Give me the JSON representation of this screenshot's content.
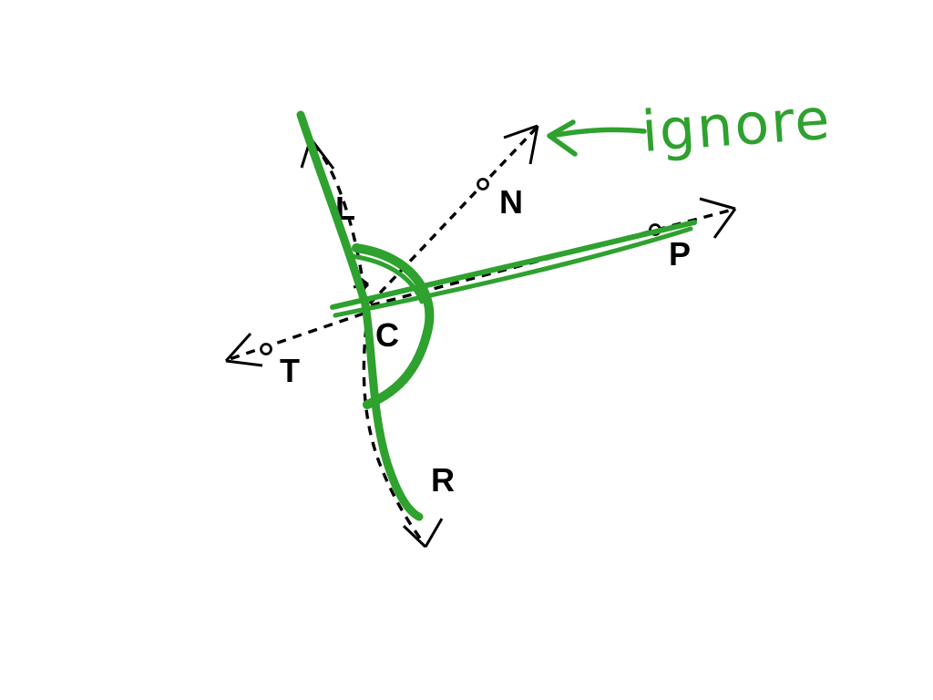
{
  "colors": {
    "background": "#ffffff",
    "ink": "#000000",
    "marker_green": "#2ea12e"
  },
  "diagram": {
    "vertex_label": "C",
    "rays": [
      {
        "label": "L",
        "direction": "up-left",
        "point_marker": false,
        "green_highlight": true
      },
      {
        "label": "N",
        "direction": "up-right",
        "point_marker": true,
        "green_highlight": false
      },
      {
        "label": "P",
        "direction": "right",
        "point_marker": true,
        "green_highlight": true
      },
      {
        "label": "T",
        "direction": "down-left",
        "point_marker": true,
        "green_highlight": false
      },
      {
        "label": "R",
        "direction": "down",
        "point_marker": false,
        "green_highlight": true
      }
    ],
    "green_arc": {
      "spans": "from ray L around through ray P to ray R"
    }
  },
  "annotation": {
    "text": "ignore",
    "points_to": "ray N arrowhead",
    "color": "#2ea12e"
  }
}
